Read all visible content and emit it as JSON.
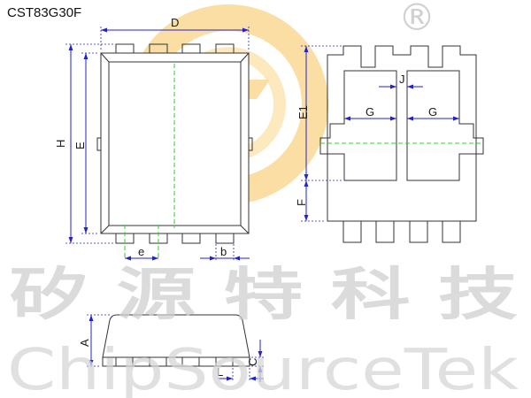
{
  "title": "CST83G30F",
  "watermark": {
    "chinese": "矽 源 特 科 技",
    "english": "ChipSourceTek",
    "registered_mark": "®"
  },
  "dimensions": {
    "D": "D",
    "H": "H",
    "E": "E",
    "e": "e",
    "b": "b",
    "E1": "E1",
    "F": "F",
    "G_left": "G",
    "G_right": "G",
    "J": "J",
    "A": "A",
    "C": "C",
    "L": "L"
  },
  "colors": {
    "outline": "#333333",
    "dimension": "#2222cc",
    "centerline": "#33cc33",
    "logo_orange": "#f5b23a",
    "watermark_gray": "#cfcfcf"
  }
}
